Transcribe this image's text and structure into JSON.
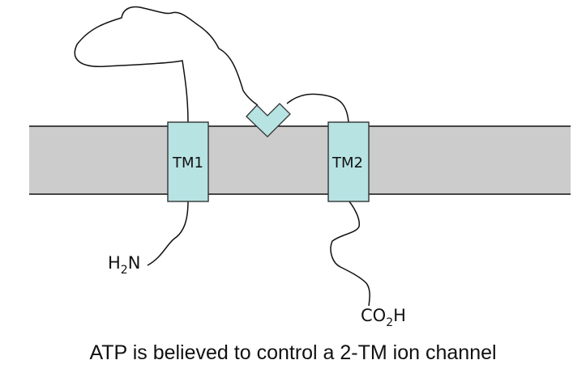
{
  "diagram": {
    "helix_1_label": "TM1",
    "helix_2_label": "TM2",
    "n_terminus": {
      "main": "H",
      "sub": "2",
      "tail": "N"
    },
    "c_terminus": {
      "main": "CO",
      "sub": "2",
      "tail": "H"
    },
    "caption": "ATP is believed to control a 2-TM ion channel"
  },
  "colors": {
    "membrane_fill": "#cccccc",
    "helix_fill": "#b8e3e3",
    "line": "#111111"
  }
}
